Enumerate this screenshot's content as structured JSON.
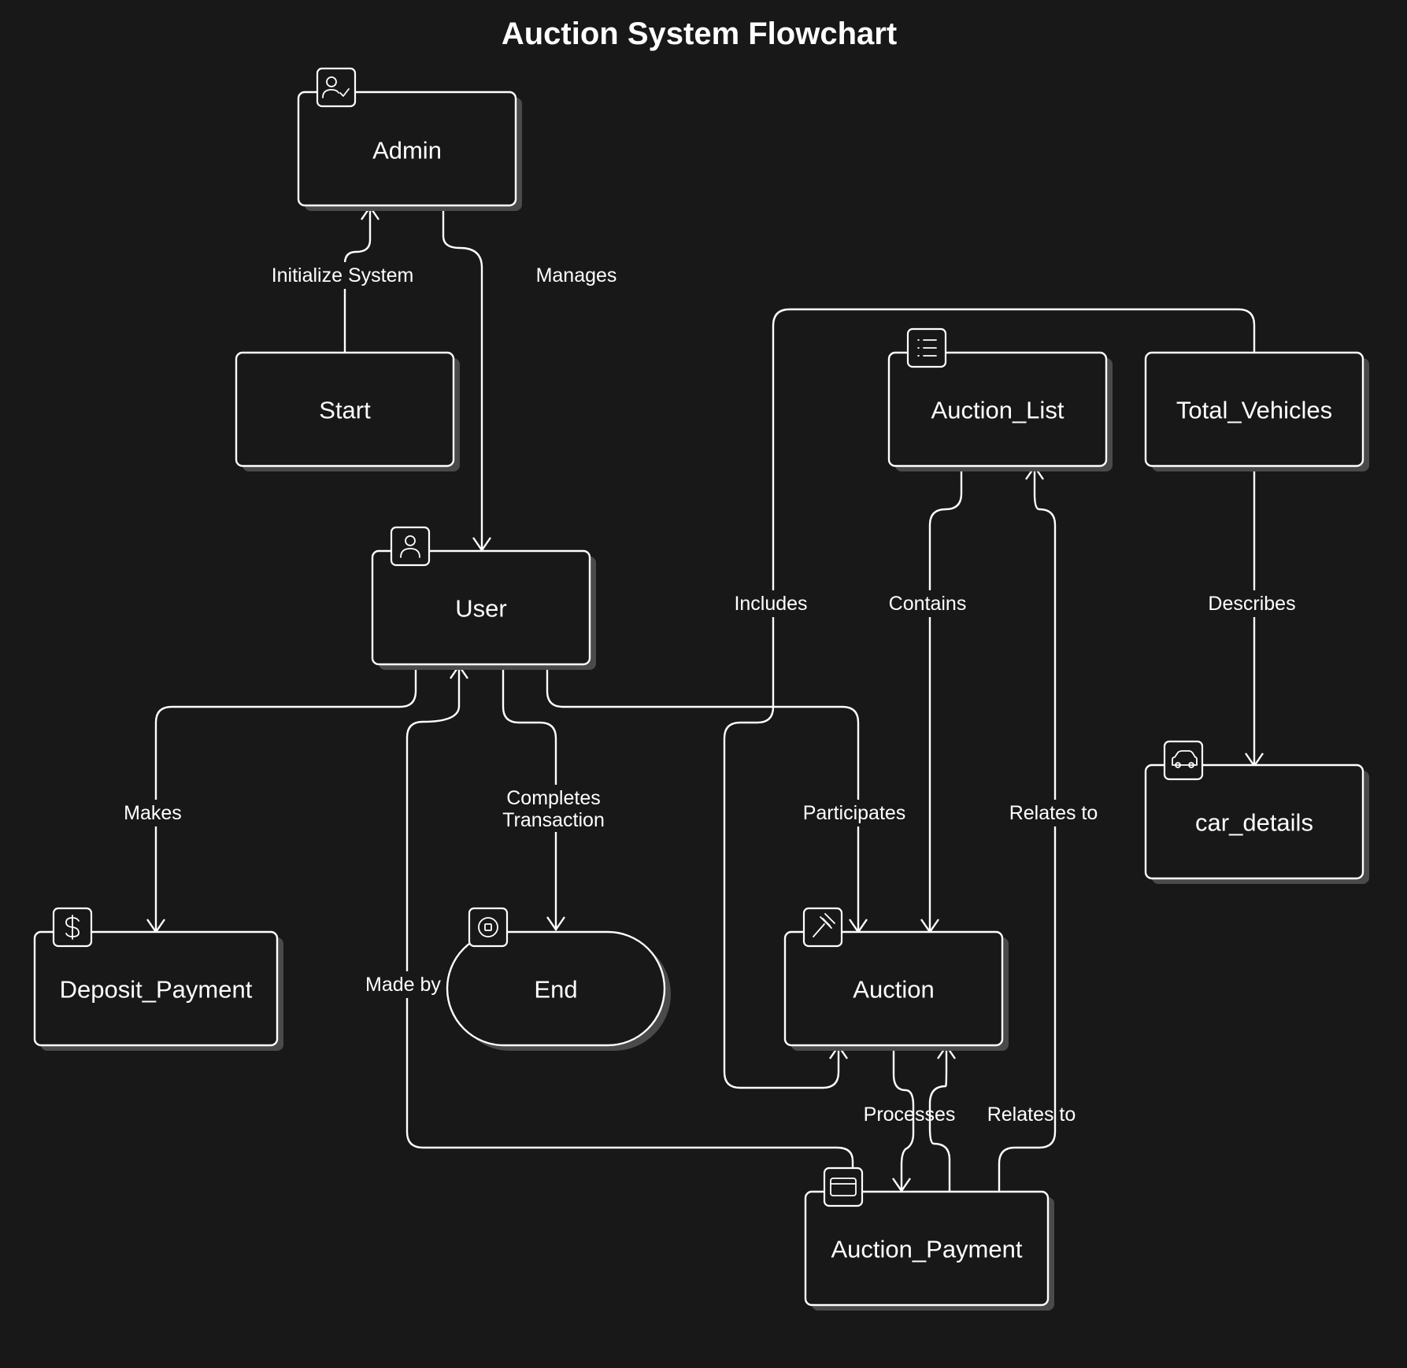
{
  "title": "Auction System Flowchart",
  "nodes": {
    "admin": "Admin",
    "start": "Start",
    "user": "User",
    "auction_list": "Auction_List",
    "total_vehicles": "Total_Vehicles",
    "deposit_payment": "Deposit_Payment",
    "end": "End",
    "auction": "Auction",
    "car_details": "car_details",
    "auction_payment": "Auction_Payment"
  },
  "edges": {
    "initialize_system": "Initialize System",
    "manages": "Manages",
    "includes": "Includes",
    "contains": "Contains",
    "describes": "Describes",
    "makes": "Makes",
    "completes_1": "Completes",
    "completes_2": "Transaction",
    "participates": "Participates",
    "relates_to_list": "Relates to",
    "made_by": "Made by",
    "processes": "Processes",
    "relates_to_auction": "Relates to"
  },
  "icons": {
    "admin": "user-check-icon",
    "user": "user-icon",
    "auction_list": "list-icon",
    "deposit_payment": "dollar-icon",
    "end": "stop-icon",
    "auction": "gavel-icon",
    "car_details": "car-icon",
    "auction_payment": "credit-card-icon"
  },
  "colors": {
    "background": "#181818",
    "stroke": "#ffffff",
    "shadow": "#4a4a4a"
  }
}
